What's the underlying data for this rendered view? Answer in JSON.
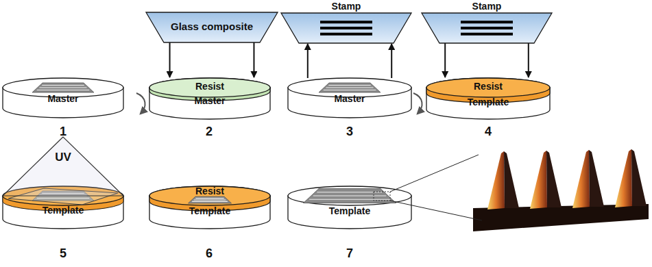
{
  "diagram": {
    "nodes": [
      {
        "text": [
          "Master"
        ]
      },
      {
        "text": [
          "Glass composite"
        ]
      },
      {
        "text": [
          "Resist"
        ]
      },
      {
        "text": [
          "Master"
        ]
      },
      {
        "text": [
          "Stamp"
        ]
      },
      {
        "text": [
          "Master"
        ]
      },
      {
        "text": [
          "Stamp"
        ]
      },
      {
        "text": [
          "Resist"
        ]
      },
      {
        "text": [
          "Template"
        ]
      },
      {
        "text": [
          "UV"
        ]
      },
      {
        "text": [
          "Template"
        ]
      },
      {
        "text": [
          "Resist"
        ]
      },
      {
        "text": [
          "Template"
        ]
      },
      {
        "text": [
          "Template"
        ]
      }
    ],
    "edges": [
      {
        "from": 1,
        "to": 2,
        "arrow": "to"
      },
      {
        "from": 1,
        "to": 2,
        "arrow": "to"
      },
      {
        "from": 5,
        "to": 4,
        "arrow": "to"
      },
      {
        "from": 5,
        "to": 4,
        "arrow": "to"
      },
      {
        "from": 6,
        "to": 7,
        "arrow": "to"
      },
      {
        "from": 6,
        "to": 7,
        "arrow": "to"
      }
    ],
    "labels": [
      "1",
      "2",
      "3",
      "4",
      "5",
      "6",
      "7"
    ]
  }
}
